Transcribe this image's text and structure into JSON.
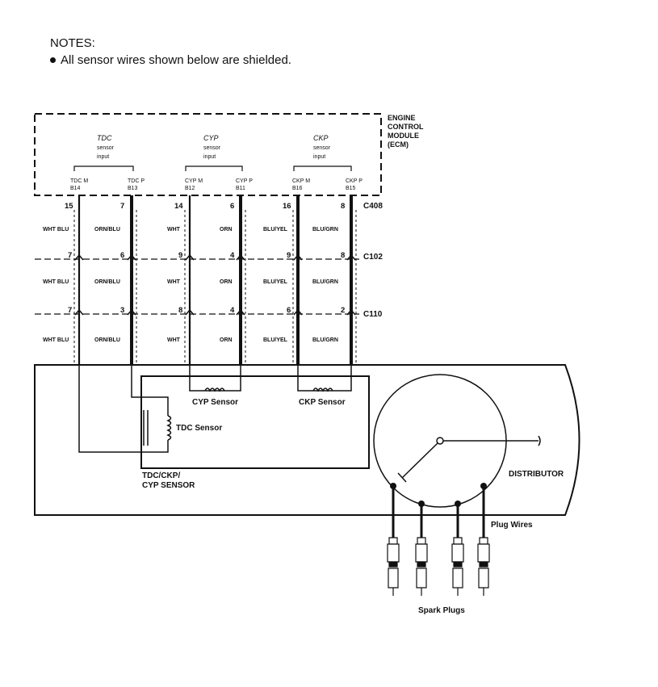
{
  "notes": {
    "title": "NOTES:",
    "bullet": "All sensor wires shown below are shielded."
  },
  "ecm": {
    "label_line1": "ENGINE",
    "label_line2": "CONTROL",
    "label_line3": "MODULE",
    "label_line4": "(ECM)",
    "groups": [
      {
        "name_line1": "TDC",
        "name_line2": "sensor",
        "name_line3": "input",
        "term_left": "TDC M",
        "term_left_pin": "B14",
        "term_right": "TDC P",
        "term_right_pin": "B13"
      },
      {
        "name_line1": "CYP",
        "name_line2": "sensor",
        "name_line3": "input",
        "term_left": "CYP M",
        "term_left_pin": "B12",
        "term_right": "CYP P",
        "term_right_pin": "B11"
      },
      {
        "name_line1": "CKP",
        "name_line2": "sensor",
        "name_line3": "input",
        "term_left": "CKP M",
        "term_left_pin": "B16",
        "term_right": "CKP P",
        "term_right_pin": "B15"
      }
    ]
  },
  "connectors": [
    "C408",
    "C102",
    "C110"
  ],
  "pins": {
    "c408": [
      "15",
      "7",
      "14",
      "6",
      "16",
      "8"
    ],
    "c102": [
      "7",
      "6",
      "9",
      "4",
      "9",
      "8"
    ],
    "c110": [
      "7",
      "3",
      "8",
      "4",
      "6",
      "2"
    ]
  },
  "wire_colors": [
    "WHT BLU",
    "ORN/BLU",
    "WHT",
    "ORN",
    "BLU/YEL",
    "BLU/GRN"
  ],
  "sensors": {
    "cyp": "CYP Sensor",
    "ckp": "CKP Sensor",
    "tdc": "TDC Sensor",
    "assembly_line1": "TDC/CKP/",
    "assembly_line2": "CYP SENSOR"
  },
  "distributor": "DISTRIBUTOR",
  "plug_wires": "Plug Wires",
  "spark_plugs": "Spark Plugs"
}
